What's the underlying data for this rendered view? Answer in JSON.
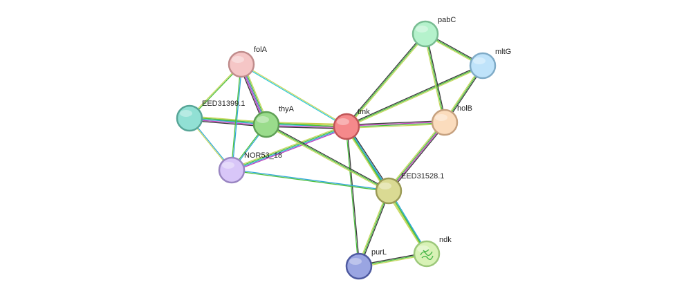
{
  "network": {
    "nodes": [
      {
        "id": "tmk",
        "label": "tmk",
        "fill": "#f5898b",
        "stroke": "#c05557"
      },
      {
        "id": "thyA",
        "label": "thyA",
        "fill": "#9adc8c",
        "stroke": "#5ea055"
      },
      {
        "id": "folA",
        "label": "folA",
        "fill": "#f5c6c6",
        "stroke": "#c08c8c"
      },
      {
        "id": "EED31399.1",
        "label": "EED31399.1",
        "fill": "#91e0d4",
        "stroke": "#57a597"
      },
      {
        "id": "NOR53_18",
        "label": "NOR53_18",
        "fill": "#d8c6f8",
        "stroke": "#9a86c2"
      },
      {
        "id": "pabC",
        "label": "pabC",
        "fill": "#b5f2cc",
        "stroke": "#78bc92"
      },
      {
        "id": "mltG",
        "label": "mltG",
        "fill": "#bfe3fa",
        "stroke": "#7fabc7"
      },
      {
        "id": "holB",
        "label": "holB",
        "fill": "#fbdcbd",
        "stroke": "#c6a17f"
      },
      {
        "id": "EED31528.1",
        "label": "EED31528.1",
        "fill": "#dada93",
        "stroke": "#9a9a55"
      },
      {
        "id": "purL",
        "label": "purL",
        "fill": "#9aa5e2",
        "stroke": "#4e5aa0"
      },
      {
        "id": "ndk",
        "label": "ndk",
        "fill": "#d8f2b6",
        "stroke": "#9cc87a"
      }
    ],
    "edges": [
      {
        "source": "tmk",
        "target": "thyA",
        "colors": [
          "#3a3a3a",
          "#c040c0",
          "#30a8d8",
          "#4cc040",
          "#c8c840"
        ]
      },
      {
        "source": "tmk",
        "target": "folA",
        "colors": [
          "#30c8d8",
          "#c8d860"
        ]
      },
      {
        "source": "tmk",
        "target": "EED31399.1",
        "colors": [
          "#4cc040",
          "#c8d860"
        ]
      },
      {
        "source": "tmk",
        "target": "NOR53_18",
        "colors": [
          "#c040c0",
          "#30a8d8",
          "#4cc040",
          "#c8d860"
        ]
      },
      {
        "source": "tmk",
        "target": "pabC",
        "colors": [
          "#3a3a3a",
          "#4cc040",
          "#c8d860"
        ]
      },
      {
        "source": "tmk",
        "target": "mltG",
        "colors": [
          "#3a3a3a",
          "#4cc040",
          "#c8d860"
        ]
      },
      {
        "source": "tmk",
        "target": "holB",
        "colors": [
          "#3a3a3a",
          "#c040c0",
          "#4cc040",
          "#c8d860"
        ]
      },
      {
        "source": "tmk",
        "target": "EED31528.1",
        "colors": [
          "#3a3a3a",
          "#30a8d8",
          "#4cc040",
          "#c8d860"
        ]
      },
      {
        "source": "tmk",
        "target": "purL",
        "colors": [
          "#3a3a3a",
          "#4cc040"
        ]
      },
      {
        "source": "tmk",
        "target": "ndk",
        "colors": [
          "#30a8d8",
          "#4cc040",
          "#c8d860"
        ]
      },
      {
        "source": "thyA",
        "target": "folA",
        "colors": [
          "#3a3a3a",
          "#c040c0",
          "#6070d8",
          "#4cc040",
          "#c8d860"
        ]
      },
      {
        "source": "thyA",
        "target": "EED31399.1",
        "colors": [
          "#3a3a3a",
          "#c040c0",
          "#30a8d8",
          "#4cc040",
          "#c8d860"
        ]
      },
      {
        "source": "thyA",
        "target": "NOR53_18",
        "colors": [
          "#30a8d8",
          "#4cc040"
        ]
      },
      {
        "source": "thyA",
        "target": "EED31528.1",
        "colors": [
          "#3a3a3a",
          "#4cc040",
          "#c8d860"
        ]
      },
      {
        "source": "folA",
        "target": "EED31399.1",
        "colors": [
          "#4cc040",
          "#c8d860"
        ]
      },
      {
        "source": "folA",
        "target": "NOR53_18",
        "colors": [
          "#30a8d8",
          "#4cc040"
        ]
      },
      {
        "source": "EED31399.1",
        "target": "NOR53_18",
        "colors": [
          "#30a8d8",
          "#c8d860"
        ]
      },
      {
        "source": "NOR53_18",
        "target": "EED31528.1",
        "colors": [
          "#30a8d8",
          "#4cc040"
        ]
      },
      {
        "source": "pabC",
        "target": "mltG",
        "colors": [
          "#3a3a3a",
          "#4cc040",
          "#c8d860"
        ]
      },
      {
        "source": "pabC",
        "target": "holB",
        "colors": [
          "#3a3a3a",
          "#4cc040",
          "#c8d860"
        ]
      },
      {
        "source": "mltG",
        "target": "holB",
        "colors": [
          "#3a3a3a",
          "#4cc040",
          "#c8d860"
        ]
      },
      {
        "source": "holB",
        "target": "EED31528.1",
        "colors": [
          "#3a3a3a",
          "#c040c0",
          "#4cc040",
          "#c8d860"
        ]
      },
      {
        "source": "EED31528.1",
        "target": "purL",
        "colors": [
          "#3a3a3a",
          "#4cc040",
          "#c8d860"
        ]
      },
      {
        "source": "EED31528.1",
        "target": "ndk",
        "colors": [
          "#30a8d8",
          "#4cc040",
          "#c8d860"
        ]
      },
      {
        "source": "purL",
        "target": "ndk",
        "colors": [
          "#3a3a3a",
          "#4cc040",
          "#c8d860"
        ]
      }
    ]
  }
}
